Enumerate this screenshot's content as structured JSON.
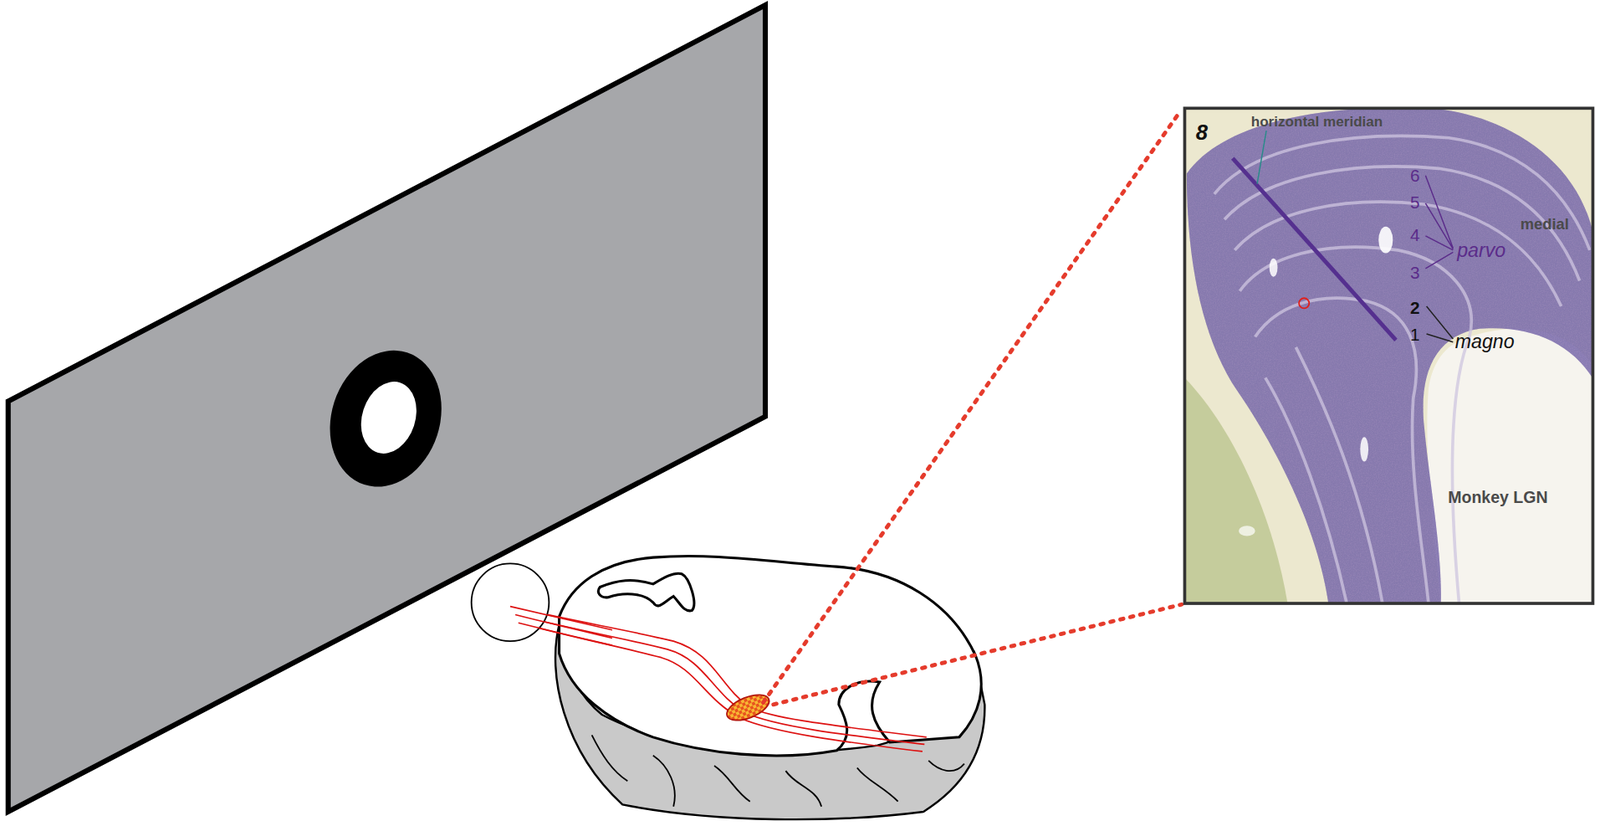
{
  "diagram": {
    "labels": [
      "8",
      "horizontal meridian",
      "6",
      "5",
      "4",
      "3",
      "parvo",
      "2",
      "1",
      "magno",
      "medial",
      "Monkey LGN"
    ]
  }
}
